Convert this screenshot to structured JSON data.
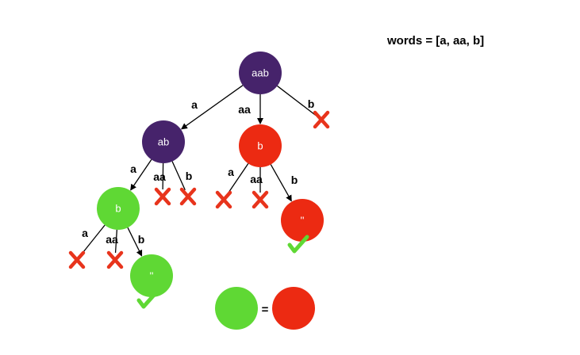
{
  "title": "words = [a, aa, b]",
  "colors": {
    "root": "#46236b",
    "memo_hit": "#ec2a12",
    "computed": "#5fd834",
    "cross": "#e8341c",
    "check": "#5fd834",
    "edge": "#000000"
  },
  "nodes": [
    {
      "id": "n-aab",
      "label": "aab",
      "color": "root"
    },
    {
      "id": "n-ab",
      "label": "ab",
      "color": "root"
    },
    {
      "id": "n-b-red",
      "label": "b",
      "color": "memo_hit"
    },
    {
      "id": "n-b-green",
      "label": "b",
      "color": "computed"
    },
    {
      "id": "n-empty-red",
      "label": "''",
      "color": "memo_hit"
    },
    {
      "id": "n-empty-green",
      "label": "''",
      "color": "computed"
    }
  ],
  "edges": [
    {
      "from": "n-aab",
      "to": "n-ab",
      "label": "a"
    },
    {
      "from": "n-aab",
      "to": "n-b-red",
      "label": "aa"
    },
    {
      "from": "n-aab",
      "to": "x1",
      "label": "b"
    },
    {
      "from": "n-ab",
      "to": "n-b-green",
      "label": "a"
    },
    {
      "from": "n-ab",
      "to": "x2",
      "label": "aa"
    },
    {
      "from": "n-ab",
      "to": "x3",
      "label": "b"
    },
    {
      "from": "n-b-red",
      "to": "x4",
      "label": "a"
    },
    {
      "from": "n-b-red",
      "to": "x5",
      "label": "aa"
    },
    {
      "from": "n-b-red",
      "to": "n-empty-red",
      "label": "b"
    },
    {
      "from": "n-b-green",
      "to": "x6",
      "label": "a"
    },
    {
      "from": "n-b-green",
      "to": "x7",
      "label": "aa"
    },
    {
      "from": "n-b-green",
      "to": "n-empty-green",
      "label": "b"
    }
  ],
  "crosses": [
    "x1",
    "x2",
    "x3",
    "x4",
    "x5",
    "x6",
    "x7"
  ],
  "checks": [
    "n-empty-red",
    "n-empty-green"
  ],
  "legend": {
    "symbol": "="
  }
}
